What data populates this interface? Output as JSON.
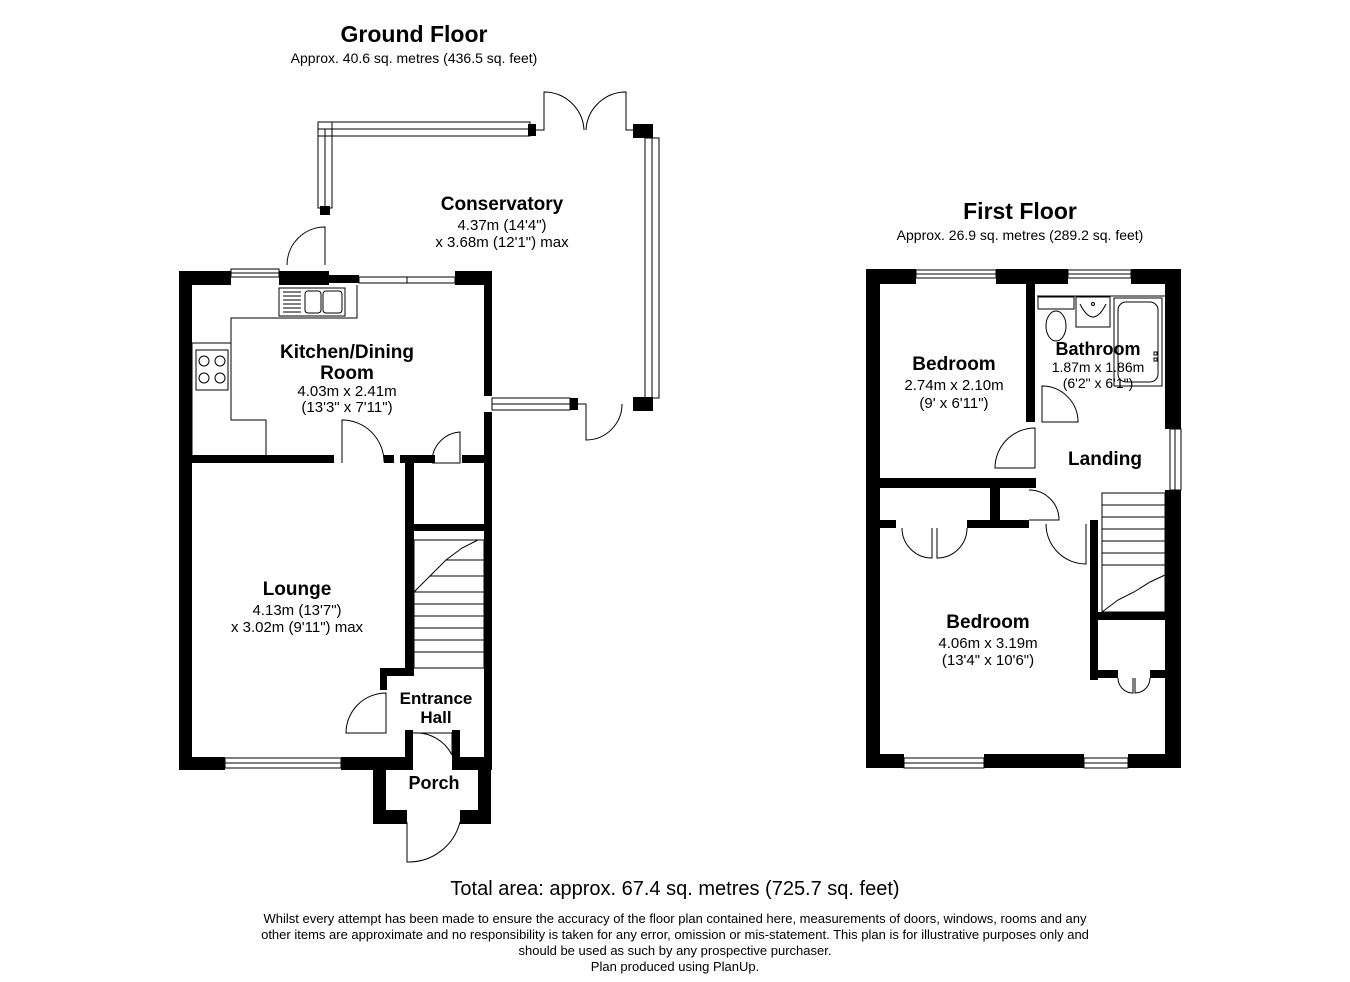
{
  "ground_floor": {
    "title": "Ground Floor",
    "area": "Approx. 40.6 sq. metres (436.5 sq. feet)",
    "rooms": {
      "conservatory": {
        "name": "Conservatory",
        "dim1": "4.37m (14'4\")",
        "dim2": "x 3.68m (12'1\") max"
      },
      "kitchen": {
        "name": "Kitchen/Dining",
        "name2": "Room",
        "dim1": "4.03m x 2.41m",
        "dim2": "(13'3\" x 7'11\")"
      },
      "lounge": {
        "name": "Lounge",
        "dim1": "4.13m (13'7\")",
        "dim2": "x 3.02m (9'11\") max"
      },
      "entrance": {
        "name": "Entrance",
        "name2": "Hall"
      },
      "porch": {
        "name": "Porch"
      }
    }
  },
  "first_floor": {
    "title": "First Floor",
    "area": "Approx. 26.9 sq. metres (289.2 sq. feet)",
    "rooms": {
      "bedroom1": {
        "name": "Bedroom",
        "dim1": "2.74m x 2.10m",
        "dim2": "(9' x 6'11\")"
      },
      "bathroom": {
        "name": "Bathroom",
        "dim1": "1.87m x 1.86m",
        "dim2": "(6'2\" x 6'1\")"
      },
      "landing": {
        "name": "Landing"
      },
      "bedroom2": {
        "name": "Bedroom",
        "dim1": "4.06m x 3.19m",
        "dim2": "(13'4\" x 10'6\")"
      }
    }
  },
  "footer": {
    "total": "Total area: approx. 67.4 sq. metres (725.7 sq. feet)",
    "line1": "Whilst every attempt has been made to ensure the accuracy of the floor plan contained here, measurements of doors, windows, rooms and any",
    "line2": "other items are approximate and no responsibility is taken for any error, omission or mis-statement. This plan is for illustrative purposes only and",
    "line3": "should be used as such by any prospective purchaser.",
    "line4": "Plan produced using PlanUp."
  },
  "colors": {
    "wall": "#000000",
    "line": "#000000",
    "background": "#ffffff"
  }
}
